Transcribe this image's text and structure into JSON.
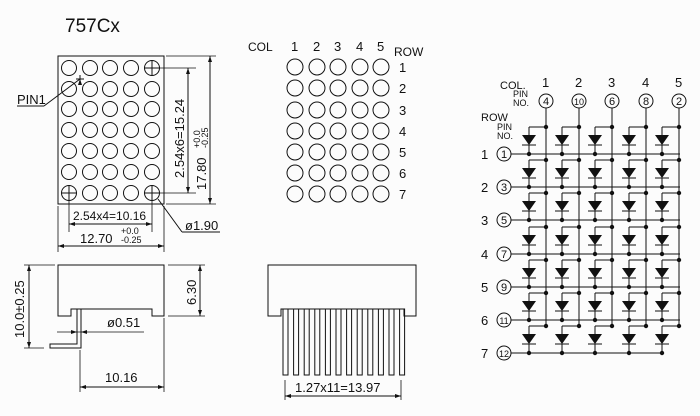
{
  "title": "757Cx",
  "front_view": {
    "pin1_label": "PIN1",
    "dim_vertical_pitch": "2.54x6=15.24",
    "dim_height": "17.80",
    "dim_height_tol_plus": "+0.0",
    "dim_height_tol_minus": "-0.25",
    "dim_horizontal_pitch": "2.54x4=10.16",
    "dim_width": "12.70",
    "dim_width_tol_plus": "+0.0",
    "dim_width_tol_minus": "-0.25",
    "dot_diameter": "ø1.90"
  },
  "top_view": {
    "col_label": "COL",
    "row_label": "ROW",
    "cols": [
      "1",
      "2",
      "3",
      "4",
      "5"
    ],
    "rows": [
      "1",
      "2",
      "3",
      "4",
      "5",
      "6",
      "7"
    ]
  },
  "side_view": {
    "total_height": "10.0±0.25",
    "body_height": "6.30",
    "pin_diameter": "ø0.51",
    "row_spacing": "10.16"
  },
  "pin_view": {
    "pin_pitch": "1.27x11=13.97"
  },
  "schematic": {
    "col_label": "COL.",
    "pin_label_1": "PIN",
    "pin_label_2": "NO.",
    "row_label": "ROW",
    "columns": [
      {
        "num": "1",
        "pin": "4"
      },
      {
        "num": "2",
        "pin": "10"
      },
      {
        "num": "3",
        "pin": "6"
      },
      {
        "num": "4",
        "pin": "8"
      },
      {
        "num": "5",
        "pin": "2"
      }
    ],
    "rows": [
      {
        "num": "1",
        "pin": "1"
      },
      {
        "num": "2",
        "pin": "3"
      },
      {
        "num": "3",
        "pin": "5"
      },
      {
        "num": "4",
        "pin": "7"
      },
      {
        "num": "5",
        "pin": "9"
      },
      {
        "num": "6",
        "pin": "11"
      },
      {
        "num": "7",
        "pin": "12"
      }
    ]
  }
}
